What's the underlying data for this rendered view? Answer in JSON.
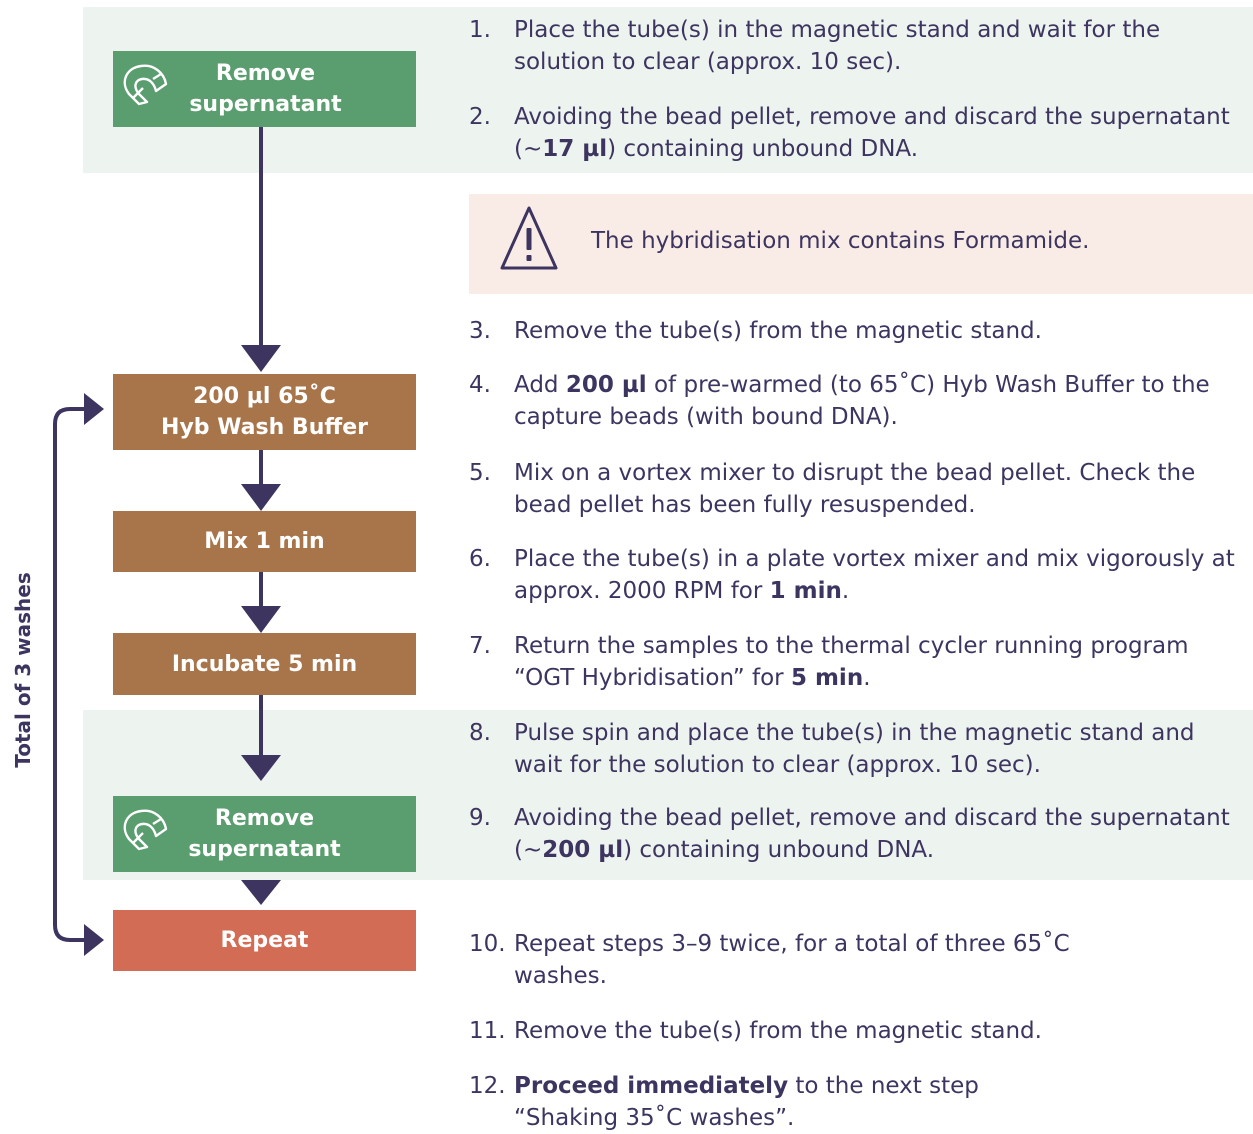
{
  "colors": {
    "navy": "#3d3560",
    "green_box": "#5a9d6f",
    "brown_box": "#a8754b",
    "red_box": "#d36c55",
    "band_green": "#edf3ee",
    "band_warning": "#f9ece6"
  },
  "flow": {
    "box1": {
      "line1": "Remove",
      "line2": "supernatant",
      "icon": "magnet-icon"
    },
    "box2": {
      "line1": "200 µl 65˚C",
      "line2": "Hyb Wash Buffer"
    },
    "box3": {
      "line1": "Mix 1 min"
    },
    "box4": {
      "line1": "Incubate 5 min"
    },
    "box5": {
      "line1": "Remove",
      "line2": "supernatant",
      "icon": "magnet-icon"
    },
    "box6": {
      "line1": "Repeat"
    },
    "loop_label": "Total of 3 washes"
  },
  "warning": {
    "icon": "warning-triangle-icon",
    "text": "The hybridisation mix contains Formamide."
  },
  "steps": [
    {
      "num": "1.",
      "parts": [
        [
          "Place the tube(s) in the magnetic stand and wait for the solution to clear (approx. 10 sec).",
          false
        ]
      ]
    },
    {
      "num": "2.",
      "parts": [
        [
          "Avoiding the bead pellet, remove and discard the supernatant (~",
          false
        ],
        [
          "17 µl",
          true
        ],
        [
          ") containing unbound DNA.",
          false
        ]
      ]
    },
    {
      "num": "3.",
      "parts": [
        [
          "Remove the tube(s) from the magnetic stand.",
          false
        ]
      ]
    },
    {
      "num": "4.",
      "parts": [
        [
          "Add ",
          false
        ],
        [
          "200 µl",
          true
        ],
        [
          " of pre-warmed (to 65˚C) Hyb Wash Buffer to the capture beads (with bound DNA).",
          false
        ]
      ]
    },
    {
      "num": "5.",
      "parts": [
        [
          "Mix on a vortex mixer to disrupt the bead pellet. Check the bead pellet has been fully resuspended.",
          false
        ]
      ]
    },
    {
      "num": "6.",
      "parts": [
        [
          "Place the tube(s) in a plate vortex mixer and mix vigorously at approx. 2000 RPM for ",
          false
        ],
        [
          "1 min",
          true
        ],
        [
          ".",
          false
        ]
      ]
    },
    {
      "num": "7.",
      "parts": [
        [
          "Return the samples to the thermal cycler running program “OGT Hybridisation” for ",
          false
        ],
        [
          "5 min",
          true
        ],
        [
          ".",
          false
        ]
      ]
    },
    {
      "num": "8.",
      "parts": [
        [
          "Pulse spin and place the tube(s) in the magnetic stand and wait for the solution to clear (approx. 10 sec).",
          false
        ]
      ]
    },
    {
      "num": "9.",
      "parts": [
        [
          "Avoiding the bead pellet, remove and discard the supernatant (~",
          false
        ],
        [
          "200 µl",
          true
        ],
        [
          ") containing unbound DNA.",
          false
        ]
      ]
    },
    {
      "num": "10.",
      "parts": [
        [
          "Repeat steps 3–9 twice, for a total of three 65˚C washes.",
          false
        ]
      ]
    },
    {
      "num": "11.",
      "parts": [
        [
          "Remove the tube(s) from the magnetic stand.",
          false
        ]
      ]
    },
    {
      "num": "12.",
      "parts": [
        [
          "Proceed immediately",
          true
        ],
        [
          " to the next step “Shaking 35˚C washes”.",
          false
        ]
      ]
    }
  ]
}
